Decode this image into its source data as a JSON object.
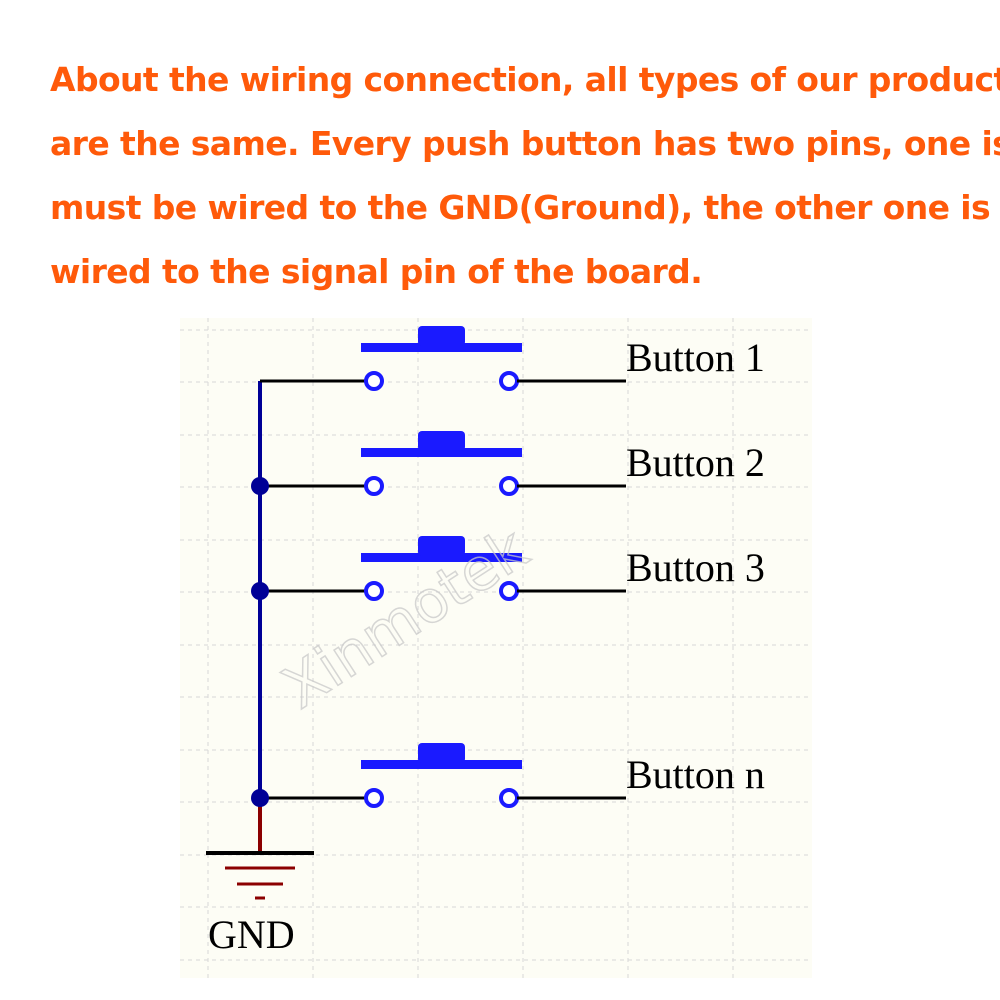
{
  "intro_lines": [
    "About the wiring connection, all types of our products",
    "are the same. Every push button has two pins, one is",
    "must be wired to the GND(Ground), the other one is",
    "wired to the signal pin of the board."
  ],
  "diagram": {
    "buttons": [
      {
        "label": "Button 1"
      },
      {
        "label": "Button 2"
      },
      {
        "label": "Button 3"
      },
      {
        "label": "Button n"
      }
    ],
    "ground_label": "GND",
    "watermark": "Xinmotek"
  },
  "colors": {
    "text": "#ff5a0a",
    "switch": "#1a1aff",
    "bus": "#000096",
    "ground": "#8b0000",
    "wire": "#000000",
    "grid": "#d8d8d8",
    "paper": "#fdfdf5"
  }
}
